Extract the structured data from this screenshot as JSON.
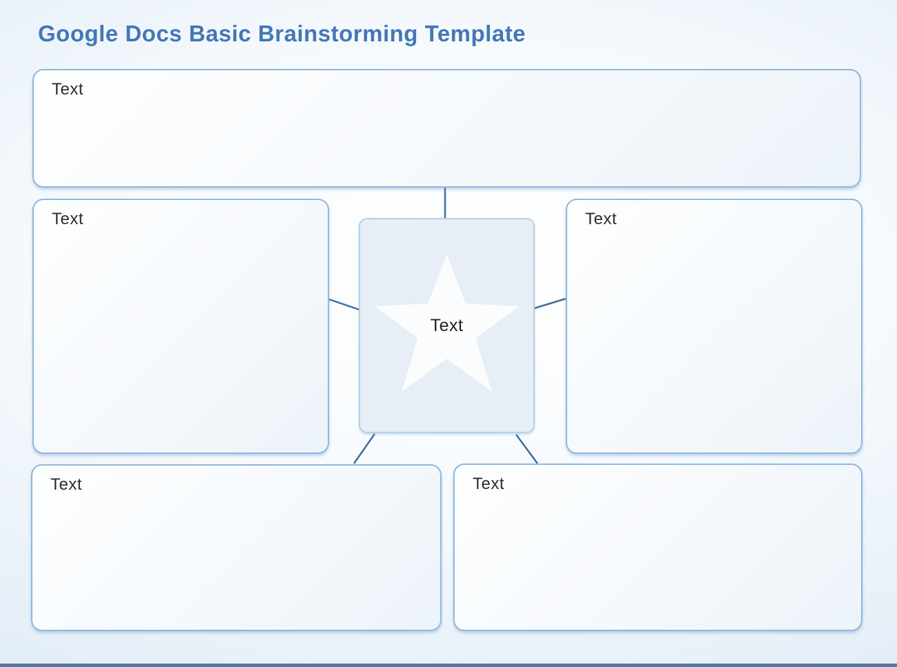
{
  "page": {
    "title": "Google Docs Basic Brainstorming Template"
  },
  "colors": {
    "title": "#4377b7",
    "box_border": "#8fb8dc",
    "connector": "#3c6f9f",
    "center_fill": "#e7eef5",
    "background_edge": "#d8e7f3",
    "bottom_bar": "#4e79a8"
  },
  "diagram": {
    "center": {
      "label": "Text",
      "icon": "star-icon"
    },
    "nodes": [
      {
        "id": "top",
        "label": "Text"
      },
      {
        "id": "left",
        "label": "Text"
      },
      {
        "id": "right",
        "label": "Text"
      },
      {
        "id": "bottom-left",
        "label": "Text"
      },
      {
        "id": "bottom-right",
        "label": "Text"
      }
    ]
  }
}
